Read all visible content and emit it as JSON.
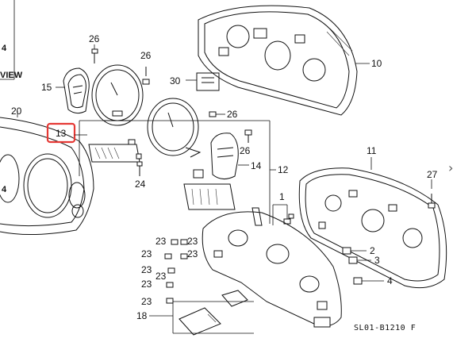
{
  "diagram": {
    "edge_labels": {
      "top_left": "4",
      "view_text": "VIEW",
      "left_mid": "4"
    },
    "diagram_code": "SL01-B1210 F",
    "highlight_label": "13",
    "highlight_color": "#e53935",
    "callouts": {
      "c26a": "26",
      "c15": "15",
      "c26b": "26",
      "c30": "30",
      "c10": "10",
      "c20": "20",
      "c26c": "26",
      "c26d": "26",
      "c14": "14",
      "c12": "12",
      "c11": "11",
      "c27": "27",
      "c24": "24",
      "c1": "1",
      "c2": "2",
      "c3": "3",
      "c4": "4",
      "c23a": "23",
      "c23b": "23",
      "c23c": "23",
      "c23d": "23",
      "c23e": "23",
      "c23f": "23",
      "c23g": "23",
      "c23h": "23",
      "c18": "18"
    },
    "nav": {
      "next_icon": "chevron-right-icon",
      "next_glyph": "›"
    }
  }
}
